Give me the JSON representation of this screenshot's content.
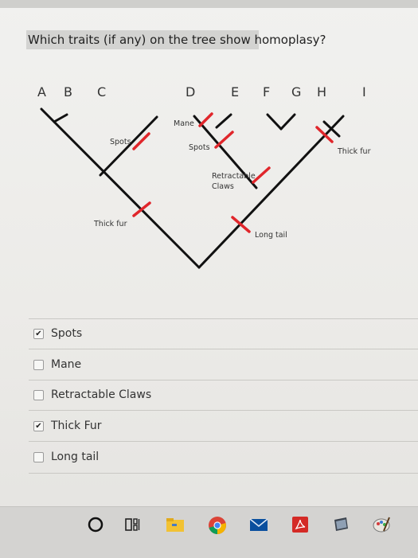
{
  "question": "Which traits (if any) on the tree show homoplasy?",
  "taxa": [
    "A",
    "B",
    "C",
    "D",
    "E",
    "F",
    "G",
    "H",
    "I"
  ],
  "tree_labels": {
    "mane": "Mane",
    "spots_left": "Spots",
    "spots_right": "Spots",
    "retractable_line1": "Retractable",
    "retractable_line2": "Claws",
    "thick_fur_left": "Thick fur",
    "thick_fur_right": "Thick fur",
    "long_tail": "Long tail"
  },
  "options": [
    {
      "label": "Spots",
      "checked": true
    },
    {
      "label": "Mane",
      "checked": false
    },
    {
      "label": "Retractable Claws",
      "checked": false
    },
    {
      "label": "Thick Fur",
      "checked": true
    },
    {
      "label": "Long tail",
      "checked": false
    }
  ],
  "checkmark": "✔",
  "taskbar_icons": [
    "cortana-circle-icon",
    "task-view-icon",
    "file-explorer-icon",
    "chrome-icon",
    "mail-icon",
    "acrobat-icon",
    "tablet-icon",
    "paint-icon"
  ],
  "colors": {
    "branch": "#111111",
    "trait_mark": "#e0262b",
    "question_highlight": "#d3d3d1"
  }
}
